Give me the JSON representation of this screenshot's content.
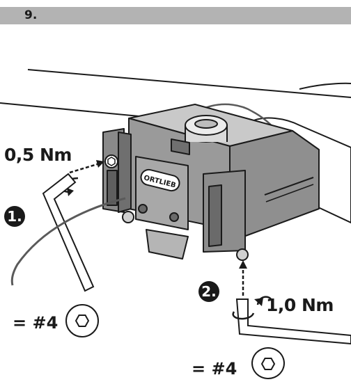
{
  "header": {
    "step_number": "9."
  },
  "callouts": {
    "step_one": {
      "badge": "1.",
      "torque": "0,5 Nm",
      "tool": "= #4"
    },
    "step_two": {
      "badge": "2.",
      "torque": "1,0 Nm",
      "tool": "= #4"
    }
  },
  "product_logo": "ORTLIEB",
  "icons": [
    "hex-socket-icon",
    "rotation-arrow-icon"
  ]
}
